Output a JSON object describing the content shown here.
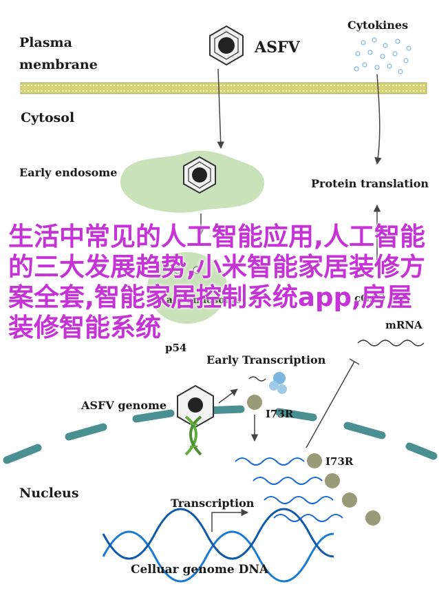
{
  "labels": {
    "plasma_membrane_line1": "Plasma",
    "plasma_membrane_line2": "membrane",
    "cytosol": "Cytosol",
    "virus": "ASFV",
    "cytokines": "Cytokines",
    "early_endosome": "Early endosome",
    "protein_translation": "Protein translation",
    "late_endosome": "Late endosome",
    "cgas": "cGAS",
    "mrna": "mRNA",
    "p54": "p54",
    "early_transcription": "Early Transcription",
    "asfv_genome": "ASFV genome",
    "i73r_cyto": "I73R",
    "i73r_nuc": "I73R",
    "nucleus": "Nucleus",
    "transcription": "Transcription",
    "cellular_genome_dna": "Celluar genome DNA"
  },
  "overlay_text": "生活中常见的人工智能应用,人工智能的三大发展趋势,小米智能家居装修方案全套,智能家居控制系统app,房屋装修智能系统",
  "colors": {
    "membrane": "#d6d27a",
    "endosome": "#c9e2b9",
    "nuclear_envelope": "#4a8f92",
    "dna": "#1a7bd6",
    "overlay": "#c533d6",
    "cytokine": "#7bb6e0",
    "i73r": "#9a9a78"
  }
}
